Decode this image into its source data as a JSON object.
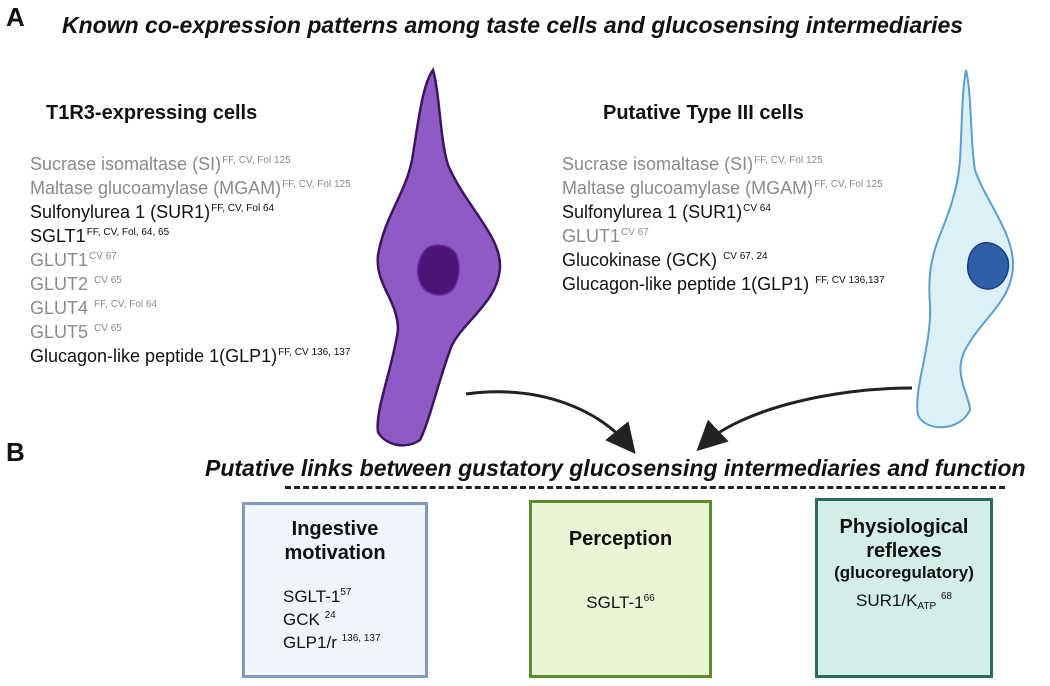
{
  "panel_a": {
    "letter": "A",
    "heading": "Known co-expression patterns among taste cells and glucosensing intermediaries",
    "left_group": {
      "title": "T1R3-expressing cells",
      "items": [
        {
          "text": "Sucrase isomaltase (SI)",
          "sup": "FF, CV, Fol 125",
          "shade": "gray"
        },
        {
          "text": "Maltase glucoamylase (MGAM)",
          "sup": "FF, CV, Fol 125",
          "shade": "gray"
        },
        {
          "text": "Sulfonylurea 1 (SUR1)",
          "sup": "FF, CV, Fol 64",
          "shade": "black"
        },
        {
          "text": "SGLT1",
          "sup": "FF, CV, Fol, 64, 65",
          "shade": "black"
        },
        {
          "text": "GLUT1",
          "sup": "CV 67",
          "shade": "gray"
        },
        {
          "text": "GLUT2 ",
          "sup": "CV 65",
          "shade": "gray"
        },
        {
          "text": "GLUT4 ",
          "sup": "FF, CV, Fol 64",
          "shade": "gray"
        },
        {
          "text": "GLUT5 ",
          "sup": "CV 65",
          "shade": "gray"
        },
        {
          "text": "Glucagon-like peptide 1(GLP1)",
          "sup": "FF, CV 136, 137",
          "shade": "black"
        }
      ]
    },
    "right_group": {
      "title": "Putative Type III cells",
      "items": [
        {
          "text": "Sucrase isomaltase (SI)",
          "sup": "FF, CV, Fol 125",
          "shade": "gray"
        },
        {
          "text": "Maltase glucoamylase (MGAM)",
          "sup": "FF, CV, Fol 125",
          "shade": "gray"
        },
        {
          "text": "Sulfonylurea 1 (SUR1)",
          "sup": "CV 64",
          "shade": "black"
        },
        {
          "text": "GLUT1",
          "sup": "CV 67",
          "shade": "gray"
        },
        {
          "text": "Glucokinase (GCK) ",
          "sup": "CV 67, 24",
          "shade": "black"
        },
        {
          "text": "Glucagon-like peptide 1(GLP1) ",
          "sup": "FF, CV 136,137",
          "shade": "black"
        }
      ]
    }
  },
  "panel_b": {
    "letter": "B",
    "heading": "Putative links between gustatory glucosensing intermediaries and function",
    "boxes": {
      "ingestive": {
        "title_line1": "Ingestive",
        "title_line2": "motivation",
        "items": [
          {
            "text": "SGLT-1",
            "sup": "57"
          },
          {
            "text": "GCK ",
            "sup": "24"
          },
          {
            "text": "GLP1/r ",
            "sup": "136, 137"
          }
        ]
      },
      "perception": {
        "title": "Perception",
        "item_text": "SGLT-1",
        "item_sup": "66"
      },
      "physiological": {
        "title_line1": "Physiological",
        "title_line2": "reflexes",
        "subtitle": "(glucoregulatory)",
        "item_text": "SUR1/K",
        "item_sub": "ATP",
        "item_sup": "68"
      }
    }
  },
  "colors": {
    "cell_left_fill": "#8e5bc4",
    "cell_left_stroke": "#3b1560",
    "cell_left_nucleus": "#4a1478",
    "cell_right_fill": "#dcf0f6",
    "cell_right_stroke": "#5a9fd0",
    "cell_right_nucleus": "#2f5fa8",
    "box_ingestive_border": "#8298bf",
    "box_ingestive_fill": "#f0f4fb",
    "box_perception_border": "#5c8a2c",
    "box_perception_fill": "#eaf5d6",
    "box_physiological_border": "#2c6b5c",
    "box_physiological_fill": "#d3ede9"
  }
}
